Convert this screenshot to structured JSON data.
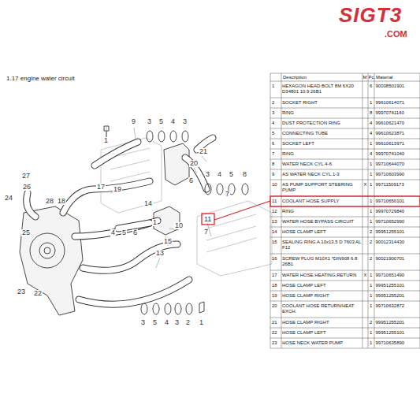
{
  "diagram": {
    "title": "1.17  engine water circuit",
    "labels": [
      "SIGT3",
      ".COM",
      "9",
      "3",
      "5",
      "4",
      "3",
      "1",
      "21",
      "20",
      "3",
      "4",
      "5",
      "8",
      "6",
      "27",
      "26",
      "24",
      "17",
      "19",
      "28",
      "18",
      "7",
      "25",
      "14",
      "1",
      "10",
      "11",
      "7",
      "4",
      "5",
      "6",
      "15",
      "13",
      "23",
      "22",
      "3",
      "5",
      "4",
      "3",
      "2",
      "1",
      "Description",
      "M",
      "Pc.",
      "Material",
      "1",
      "HEXAGON HEAD BOLT 8M 6X20 D34801 10.9 26B1",
      "6",
      "90038501901",
      "2",
      "SOCKET RIGHT",
      "1",
      "99610614071",
      "3",
      "RING",
      "8",
      "99970741140",
      "4",
      "DUST PROTECTION RING",
      "4",
      "99610621470",
      "5",
      "CONNECTING TUBE",
      "4",
      "99610623871",
      "6",
      "SOCKET LEFT",
      "1",
      "99610613971",
      "7",
      "RING",
      "4",
      "99970741040",
      "8",
      "WATER NECK CYL.4-6",
      "1",
      "99710644070",
      "9",
      "AS WATER NECK CYL.1-3",
      "1",
      "99710603990",
      "10",
      "AS PUMP SUPPORT STEERING PUMP",
      "X",
      "1",
      "99711509173",
      "11",
      "COOLANT HOSE SUPPLY",
      "1",
      "99710650101",
      "12",
      "RING",
      "1",
      "99970729840",
      "13",
      "WATER HOSE BYPASS CIRCUIT",
      "1",
      "99710652990",
      "14",
      "HOSE CLAMP LEFT",
      "2",
      "99951255101",
      "15",
      "SEALING RING A 10x13,5 D 7603 AL F12",
      "2",
      "90012314430",
      "16",
      "SCREW PLUG M10X1 *DIN908 6.8 26B1",
      "2",
      "90021900701",
      "17",
      "WATER HOSE HEATING,RETURN",
      "X",
      "1",
      "99710651490",
      "18",
      "HOSE CLAMP LEFT",
      "1",
      "99951255101",
      "19",
      "HOSE CLAMP RIGHT",
      "1",
      "99951255201",
      "20",
      "COOLANT HOSE RETURN/HEAT EXCH.",
      "1",
      "99710632872",
      "21",
      "HOSE CLAMP RIGHT",
      "2",
      "99951255201",
      "22",
      "HOSE CLAMP LEFT",
      "1",
      "99951255101",
      "23",
      "HOSE NECK WATER PUMP",
      "1",
      "99710635890"
    ]
  }
}
